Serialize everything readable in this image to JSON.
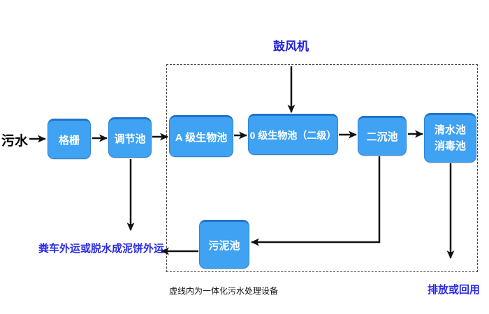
{
  "diagram": {
    "influent": "污水",
    "blower": "鼓风机",
    "boxes": {
      "grid": "格栅",
      "regulating": "调节池",
      "a_bio": "A 级生物池",
      "o_bio": "0 级生物池（二级）",
      "secondary_sed": "二沉池",
      "clear_water_line1": "清水池",
      "clear_water_line2": "消毒池",
      "sludge": "污泥池"
    },
    "outputs": {
      "sludge_disposal": "粪车外运或脱水成泥饼外运",
      "discharge": "排放或回用"
    },
    "caption": "虚线内为一体化污水处理设备",
    "colors": {
      "box_fill": "#3FA2F3",
      "box_border": "#2E86D4",
      "box_top_edge": "#2273C9",
      "box_text": "#FFFFFF",
      "accent_blue_text": "#2222DF",
      "arrow": "#111111",
      "dashed_boundary": "#444444",
      "background": "#FFFFFF"
    }
  }
}
